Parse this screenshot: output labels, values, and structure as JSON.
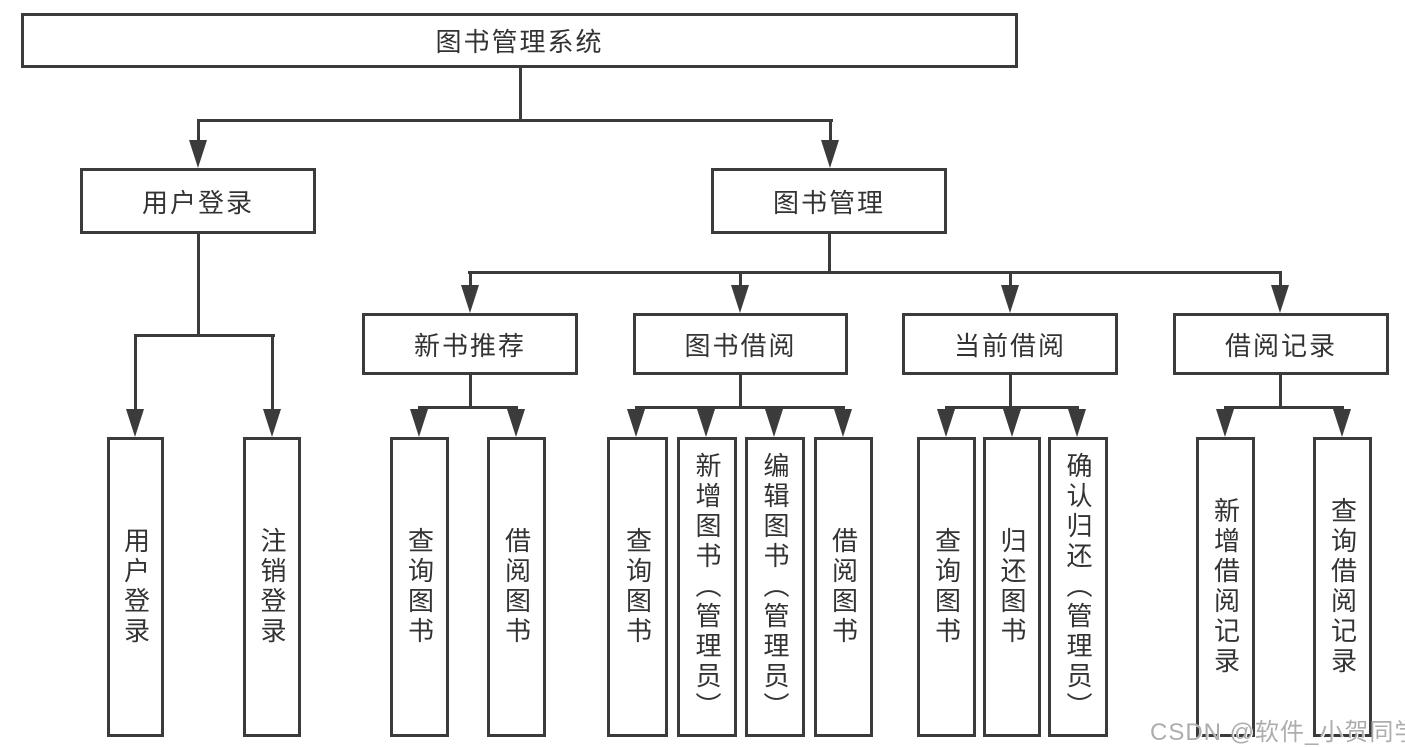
{
  "colors": {
    "line": "#3b3b3b",
    "text": "#333333",
    "background": "#ffffff",
    "watermark": "#adadad"
  },
  "watermark": {
    "text": "CSDN @软件_小贺同学"
  },
  "nodes": {
    "root": "图书管理系统",
    "user_login": "用户登录",
    "book_management": "图书管理",
    "new_book_recommend": "新书推荐",
    "book_borrowing": "图书借阅",
    "current_borrowing": "当前借阅",
    "borrowing_records": "借阅记录"
  },
  "leaves": {
    "user_login": "用户登录",
    "logout": "注销登录",
    "recommend_query_books": "查询图书",
    "recommend_borrow_books": "借阅图书",
    "borrowing_query_books": "查询图书",
    "borrowing_add_books": "新增图书（管理员）",
    "borrowing_edit_books": "编辑图书（管理员）",
    "borrowing_borrow_books": "借阅图书",
    "current_query_books": "查询图书",
    "current_return_books": "归还图书",
    "current_confirm_return": "确认归还（管理员）",
    "records_add_record": "新增借阅记录",
    "records_query_record": "查询借阅记录"
  },
  "hierarchy": {
    "图书管理系统": {
      "用户登录": [
        "用户登录",
        "注销登录"
      ],
      "图书管理": {
        "新书推荐": [
          "查询图书",
          "借阅图书"
        ],
        "图书借阅": [
          "查询图书",
          "新增图书（管理员）",
          "编辑图书（管理员）",
          "借阅图书"
        ],
        "当前借阅": [
          "查询图书",
          "归还图书",
          "确认归还（管理员）"
        ],
        "借阅记录": [
          "新增借阅记录",
          "查询借阅记录"
        ]
      }
    }
  }
}
